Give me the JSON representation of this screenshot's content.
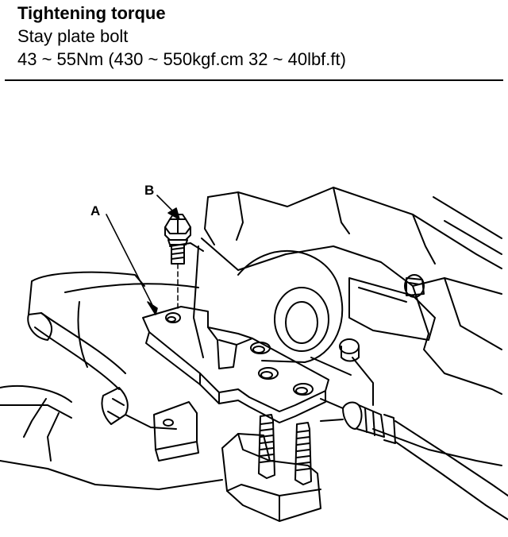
{
  "spec": {
    "title": "Tightening torque",
    "item": "Stay plate bolt",
    "value": "43 ~ 55Nm (430 ~ 550kgf.cm 32 ~ 40lbf.ft)"
  },
  "figure": {
    "callouts": {
      "a": "A",
      "b": "B"
    }
  }
}
